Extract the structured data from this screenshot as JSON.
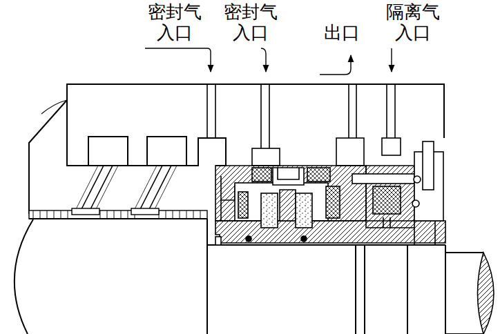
{
  "diagram": {
    "labels": [
      "密封气 入口",
      "密封气 入口",
      "出口",
      "隔离气 入口"
    ]
  }
}
